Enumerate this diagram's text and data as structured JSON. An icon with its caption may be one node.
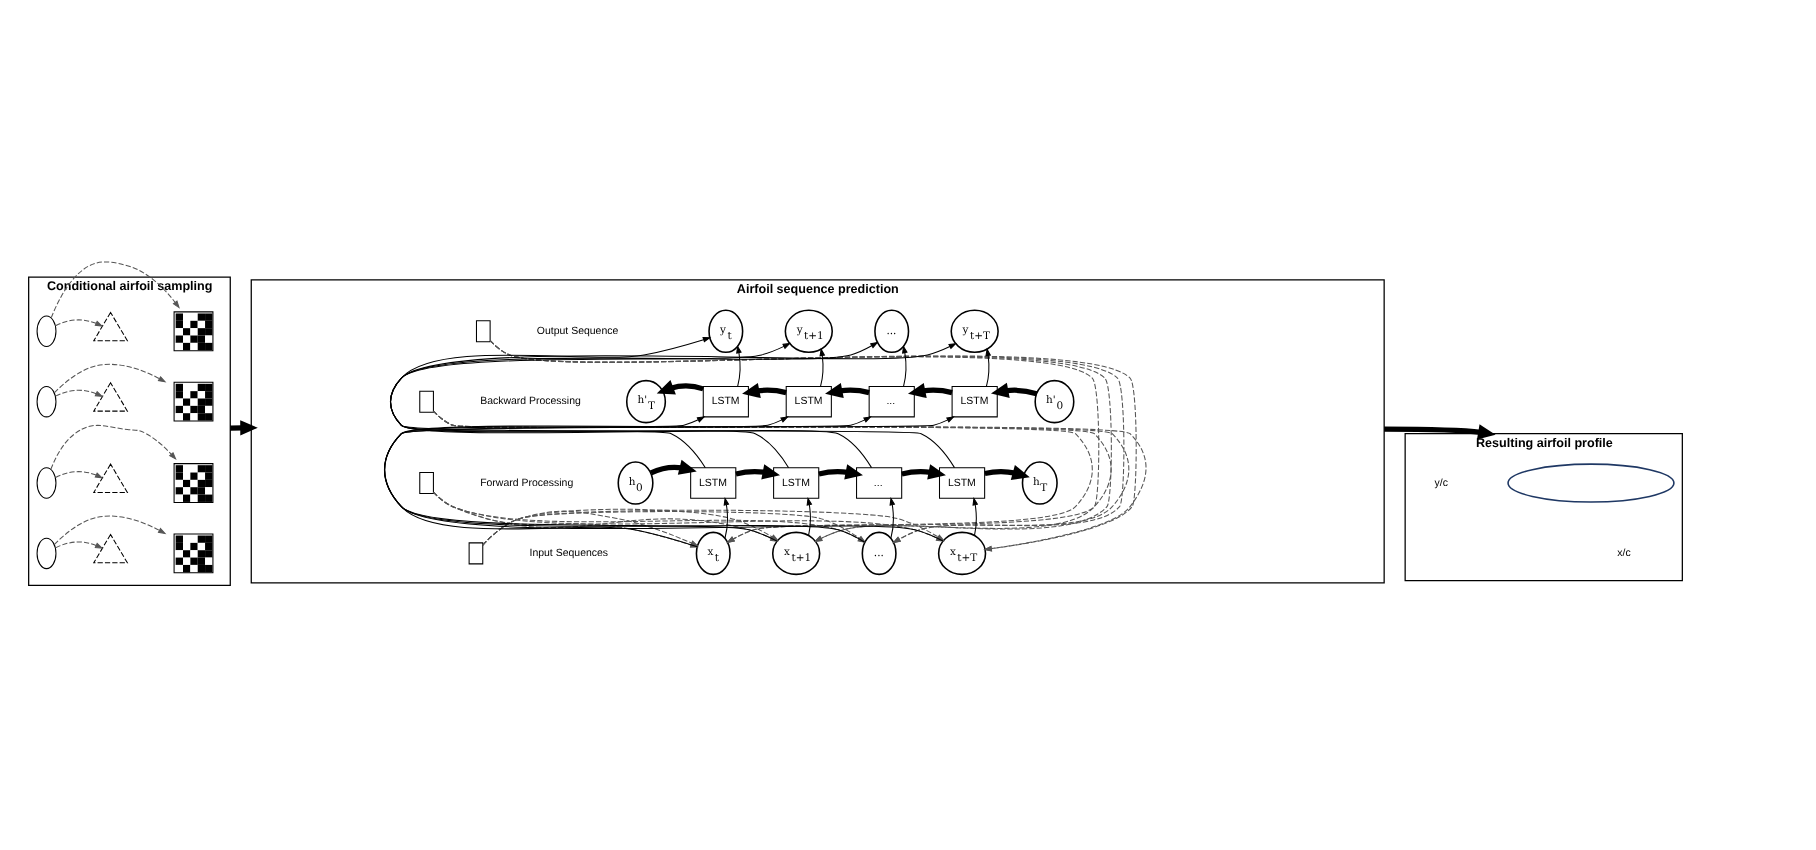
{
  "diagram": {
    "nodes": [
      {
        "text": [
          "Conditional airfoil sampling"
        ]
      },
      {
        "text": [],
        "shape": "circle",
        "in": 0
      },
      {
        "text": [],
        "shape": "picture",
        "in": 0
      },
      {
        "text": [],
        "shape": "picture",
        "in": 0
      },
      {
        "text": [],
        "shape": "circle",
        "in": 0
      },
      {
        "text": [],
        "shape": "picture",
        "in": 0
      },
      {
        "text": [],
        "shape": "picture",
        "in": 0
      },
      {
        "text": [],
        "shape": "circle",
        "in": 0
      },
      {
        "text": [],
        "shape": "picture",
        "in": 0
      },
      {
        "text": [],
        "shape": "picture",
        "in": 0
      },
      {
        "text": [],
        "shape": "circle",
        "in": 0
      },
      {
        "text": [],
        "shape": "picture",
        "in": 0
      },
      {
        "text": [],
        "shape": "picture",
        "in": 0
      },
      {
        "text": [
          "Airfoil sequence prediction"
        ]
      },
      {
        "text": [],
        "shape": "box",
        "in": 13
      },
      {
        "text": [],
        "shape": "box",
        "in": 13
      },
      {
        "text": [],
        "shape": "box",
        "in": 13
      },
      {
        "text": [],
        "shape": "box",
        "in": 13
      },
      {
        "text": [
          "y$_{t}$"
        ],
        "in": 13
      },
      {
        "text": [
          "y$_{t+1}$"
        ],
        "in": 13
      },
      {
        "text": [
          "..."
        ],
        "in": 13
      },
      {
        "text": [
          "y$_{t+T}$"
        ],
        "in": 13
      },
      {
        "text": [
          "h'$_{T}$"
        ],
        "in": 13
      },
      {
        "text": [
          "LSTM"
        ],
        "in": 13
      },
      {
        "text": [
          "LSTM"
        ],
        "in": 13
      },
      {
        "text": [
          "..."
        ],
        "in": 13
      },
      {
        "text": [
          "LSTM"
        ],
        "in": 13
      },
      {
        "text": [
          "h'$_{0}$"
        ],
        "in": 13
      },
      {
        "text": [
          "h$_{0}$"
        ],
        "in": 13
      },
      {
        "text": [
          "LSTM"
        ],
        "in": 13
      },
      {
        "text": [
          "LSTM"
        ],
        "in": 13
      },
      {
        "text": [
          "..."
        ],
        "in": 13
      },
      {
        "text": [
          "LSTM"
        ],
        "in": 13
      },
      {
        "text": [
          "h$_{T}$"
        ],
        "in": 13
      },
      {
        "text": [
          "x$_{t}$"
        ],
        "in": 13
      },
      {
        "text": [
          "x$_{t+1}$"
        ],
        "in": 13
      },
      {
        "text": [
          "..."
        ],
        "in": 13
      },
      {
        "text": [
          "x$_{t+T}$"
        ],
        "in": 13
      },
      {
        "text": [
          "Resulting airfoil profile"
        ]
      },
      {
        "text": [],
        "shape": "circle",
        "in": 38
      }
    ],
    "edges": [
      {
        "from": 1,
        "to": 2,
        "arrow": "to",
        "style": "dashed"
      },
      {
        "from": 1,
        "to": 3,
        "arrow": "to",
        "style": "dashed"
      },
      {
        "from": 4,
        "to": 5,
        "arrow": "to",
        "style": "dashed"
      },
      {
        "from": 4,
        "to": 6,
        "arrow": "to",
        "style": "dashed"
      },
      {
        "from": 7,
        "to": 8,
        "arrow": "to",
        "style": "dashed"
      },
      {
        "from": 7,
        "to": 9,
        "arrow": "to",
        "style": "dashed"
      },
      {
        "from": 10,
        "to": 11,
        "arrow": "to",
        "style": "dashed"
      },
      {
        "from": 10,
        "to": 12,
        "arrow": "to",
        "style": "dashed"
      },
      {
        "from": 0,
        "to": 13,
        "arrow": "to",
        "style": "thick"
      },
      {
        "from": 13,
        "to": 38,
        "arrow": "to",
        "style": "thick"
      },
      {
        "from": 14,
        "to": 34,
        "arrow": "to",
        "style": "dashed"
      },
      {
        "from": 14,
        "to": 35,
        "arrow": "to",
        "style": "dashed"
      },
      {
        "from": 14,
        "to": 36,
        "arrow": "to",
        "style": "dashed"
      },
      {
        "from": 14,
        "to": 37,
        "arrow": "to",
        "style": "dashed"
      },
      {
        "from": 15,
        "to": 34,
        "arrow": "to",
        "style": "dashed"
      },
      {
        "from": 15,
        "to": 35,
        "arrow": "to",
        "style": "dashed"
      },
      {
        "from": 15,
        "to": 36,
        "arrow": "to",
        "style": "dashed"
      },
      {
        "from": 15,
        "to": 37,
        "arrow": "to",
        "style": "dashed"
      },
      {
        "from": 16,
        "to": 34,
        "arrow": "to",
        "style": "dashed"
      },
      {
        "from": 16,
        "to": 35,
        "arrow": "to",
        "style": "dashed"
      },
      {
        "from": 16,
        "to": 36,
        "arrow": "to",
        "style": "dashed"
      },
      {
        "from": 16,
        "to": 37,
        "arrow": "to",
        "style": "dashed"
      },
      {
        "from": 17,
        "to": 34,
        "arrow": "to",
        "style": "dashed"
      },
      {
        "from": 17,
        "to": 35,
        "arrow": "to",
        "style": "dashed"
      },
      {
        "from": 17,
        "to": 36,
        "arrow": "to",
        "style": "dashed"
      },
      {
        "from": 17,
        "to": 37,
        "arrow": "to",
        "style": "dashed"
      },
      {
        "from": 23,
        "to": 22,
        "arrow": "to",
        "style": "thick"
      },
      {
        "from": 24,
        "to": 23,
        "arrow": "to",
        "style": "thick"
      },
      {
        "from": 25,
        "to": 24,
        "arrow": "to",
        "style": "thick"
      },
      {
        "from": 26,
        "to": 25,
        "arrow": "to",
        "style": "thick"
      },
      {
        "from": 27,
        "to": 26,
        "arrow": "to",
        "style": "thick"
      },
      {
        "from": 28,
        "to": 29,
        "arrow": "to",
        "style": "thick"
      },
      {
        "from": 29,
        "to": 30,
        "arrow": "to",
        "style": "thick"
      },
      {
        "from": 30,
        "to": 31,
        "arrow": "to",
        "style": "thick"
      },
      {
        "from": 31,
        "to": 32,
        "arrow": "to",
        "style": "thick"
      },
      {
        "from": 32,
        "to": 33,
        "arrow": "to",
        "style": "thick"
      },
      {
        "from": 34,
        "to": 29,
        "arrow": "to"
      },
      {
        "from": 34,
        "to": 23,
        "arrow": "to"
      },
      {
        "from": 29,
        "to": 18,
        "arrow": "to"
      },
      {
        "from": 23,
        "to": 18,
        "arrow": "to"
      },
      {
        "from": 35,
        "to": 30,
        "arrow": "to"
      },
      {
        "from": 35,
        "to": 24,
        "arrow": "to"
      },
      {
        "from": 30,
        "to": 19,
        "arrow": "to"
      },
      {
        "from": 24,
        "to": 19,
        "arrow": "to"
      },
      {
        "from": 36,
        "to": 31,
        "arrow": "to"
      },
      {
        "from": 36,
        "to": 25,
        "arrow": "to"
      },
      {
        "from": 31,
        "to": 20,
        "arrow": "to"
      },
      {
        "from": 25,
        "to": 20,
        "arrow": "to"
      },
      {
        "from": 37,
        "to": 32,
        "arrow": "to"
      },
      {
        "from": 37,
        "to": 26,
        "arrow": "to"
      },
      {
        "from": 32,
        "to": 21,
        "arrow": "to"
      },
      {
        "from": 26,
        "to": 21,
        "arrow": "to"
      }
    ],
    "labels": [
      "Output Sequence",
      "Backward Processing",
      "Forward Processing",
      "Input Sequences",
      "y/c",
      "x/c"
    ]
  }
}
